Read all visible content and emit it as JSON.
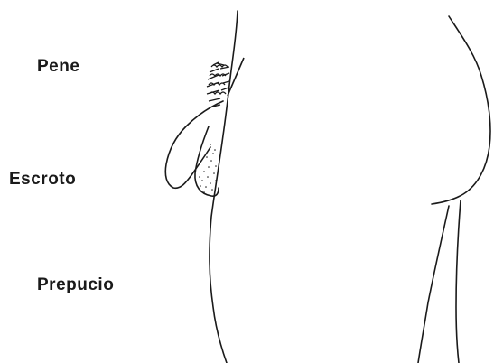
{
  "labels": {
    "pene": "Pene",
    "escroto": "Escroto",
    "prepucio": "Prepucio"
  },
  "colors": {
    "ink": "#1a1a1a",
    "background": "#ffffff"
  }
}
